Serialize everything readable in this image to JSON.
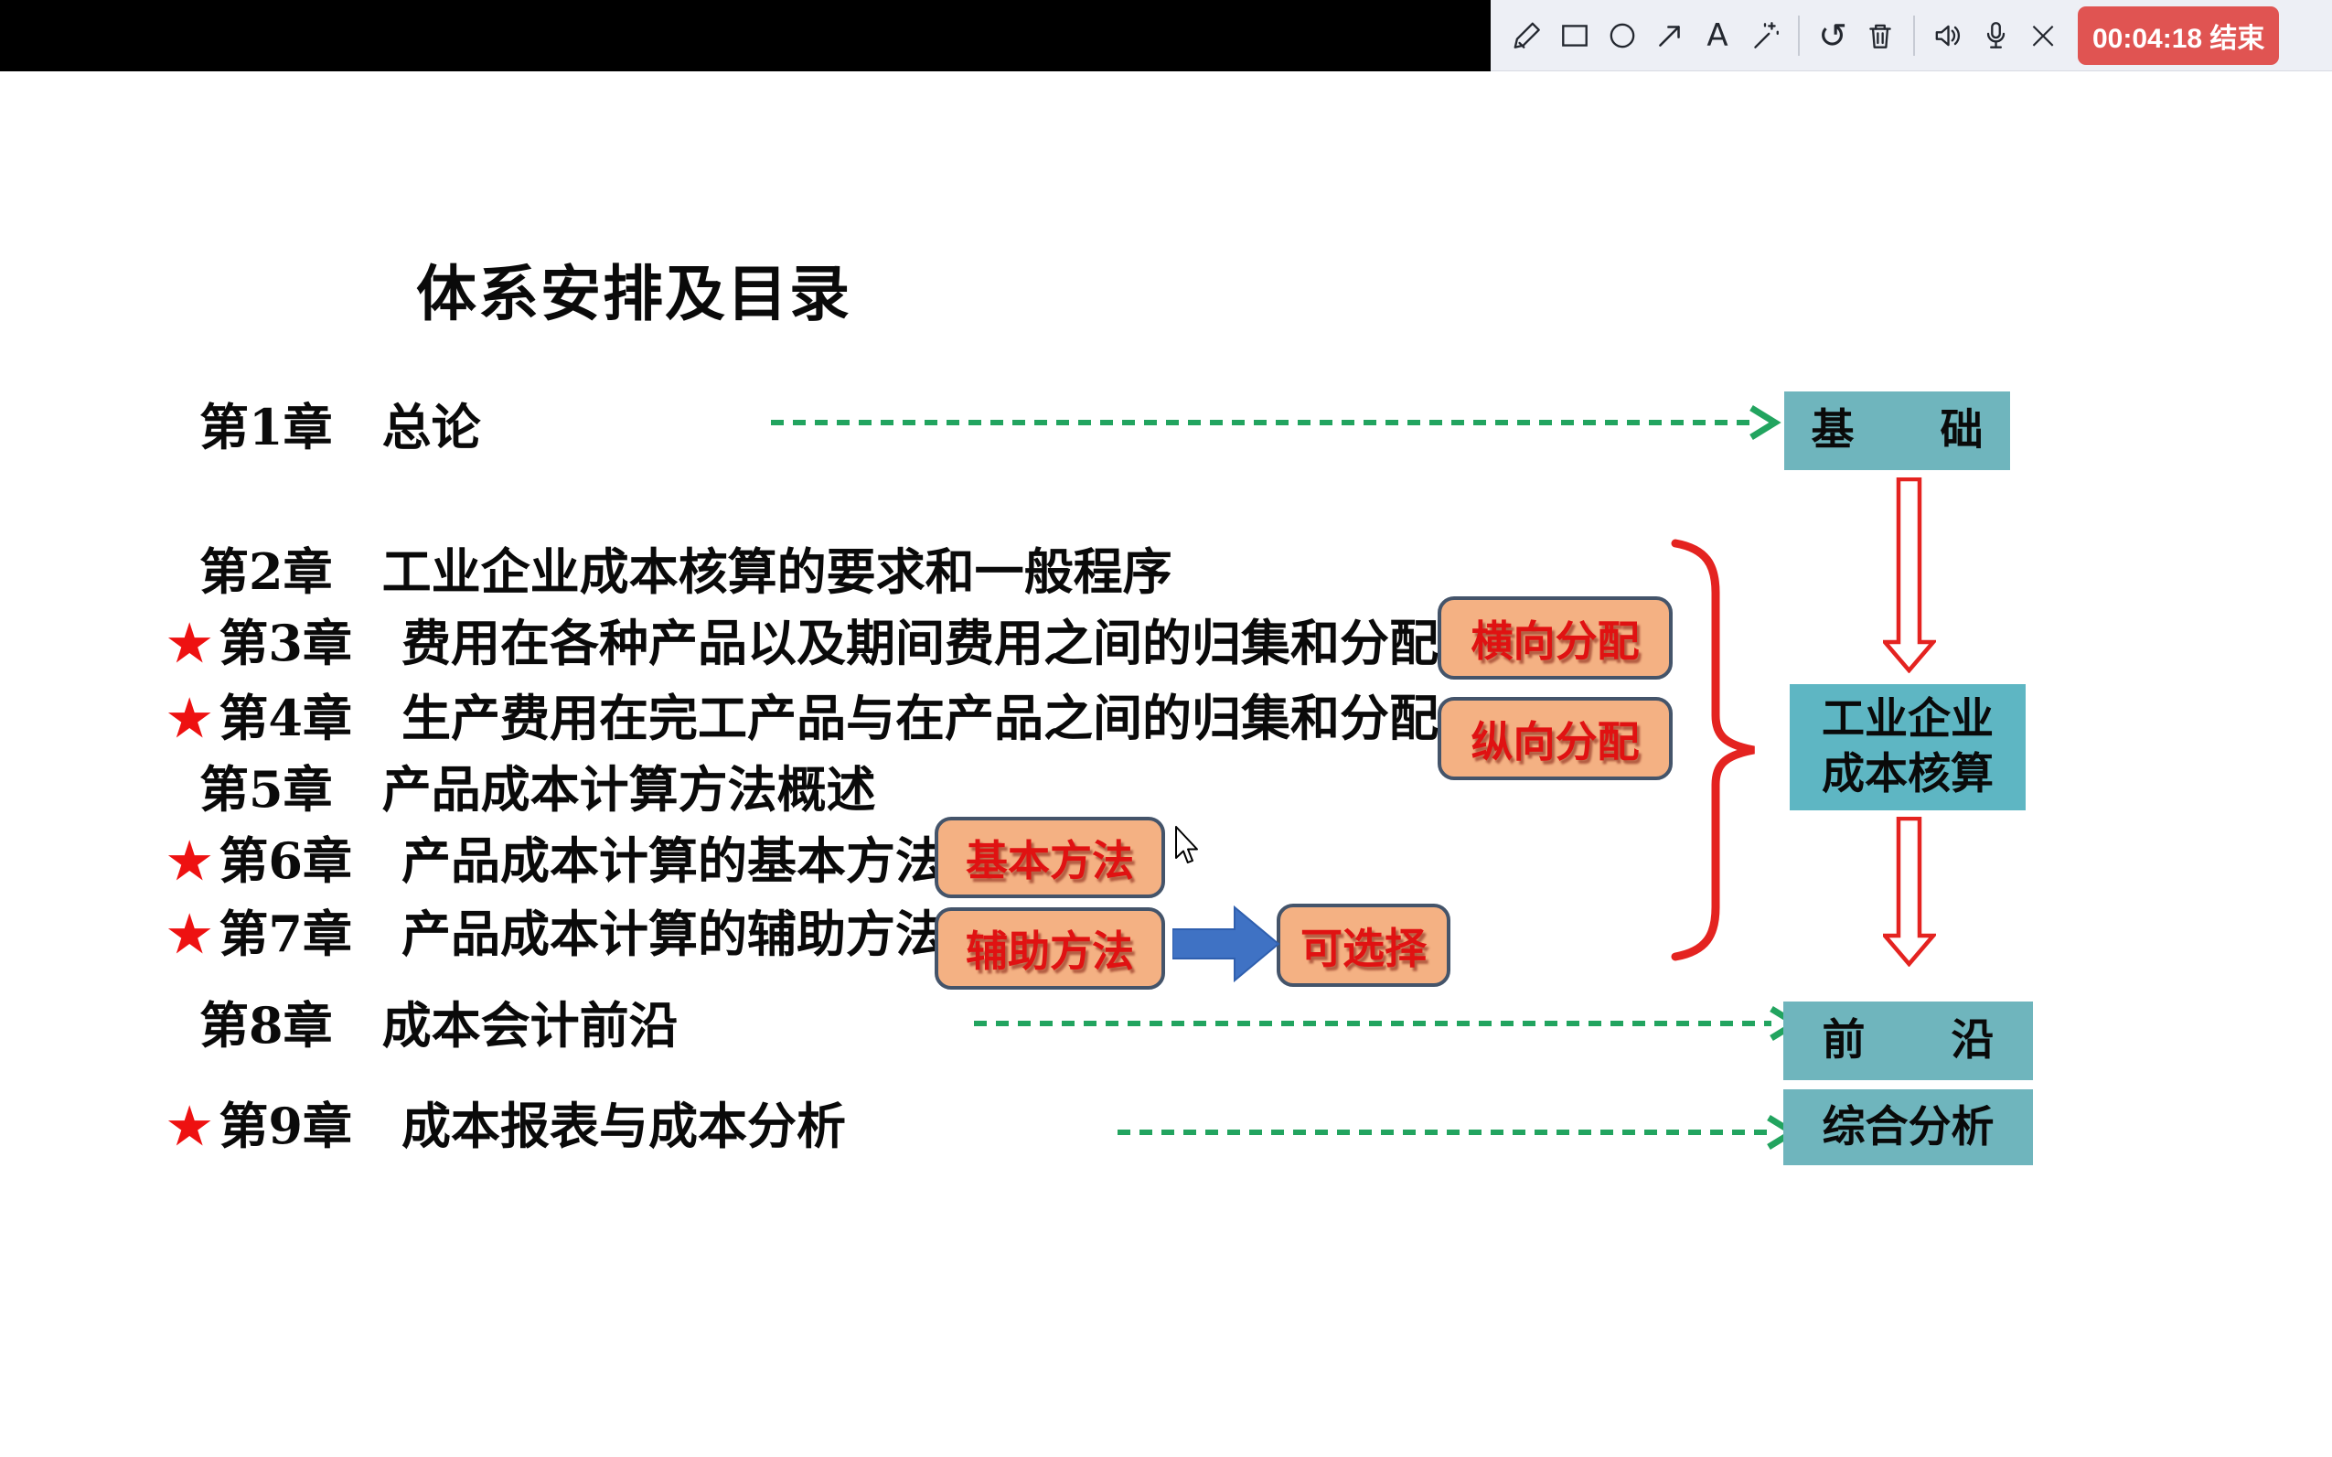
{
  "toolbar": {
    "icons": [
      "pen",
      "rectangle",
      "ellipse",
      "arrow",
      "text",
      "magic-wand",
      "undo",
      "delete",
      "speaker",
      "microphone",
      "close"
    ],
    "text_tool_label": "A",
    "timer": "00:04:18 结束"
  },
  "slide": {
    "title": "体系安排及目录",
    "chapters": [
      {
        "star": "",
        "text": "第1章　总论"
      },
      {
        "star": "",
        "text": "第2章　工业企业成本核算的要求和一般程序"
      },
      {
        "star": "★",
        "text": "第3章　费用在各种产品以及期间费用之间的归集和分配"
      },
      {
        "star": "★",
        "text": "第4章　生产费用在完工产品与在产品之间的归集和分配"
      },
      {
        "star": "",
        "text": "第5章　产品成本计算方法概述"
      },
      {
        "star": "★",
        "text": "第6章　产品成本计算的基本方法"
      },
      {
        "star": "★",
        "text": "第7章　产品成本计算的辅助方法"
      },
      {
        "star": "",
        "text": "第8章　成本会计前沿"
      },
      {
        "star": "★",
        "text": "第9章　成本报表与成本分析"
      }
    ],
    "orange_labels": {
      "horizontal": "横向分配",
      "vertical": "纵向分配",
      "basic": "基本方法",
      "auxiliary": "辅助方法",
      "optional": "可选择"
    },
    "teal_labels": {
      "foundation": "基　　础",
      "industrial_line1": "工业企业",
      "industrial_line2": "成本核算",
      "frontier": "前　　沿",
      "comprehensive": "综合分析"
    },
    "colors": {
      "orange_fill": "#f4b183",
      "orange_border": "#44546a",
      "orange_text_red": "#e01212",
      "teal_fill": "#6fb5bd",
      "teal_fill_big": "#5eb6c3",
      "red_shapes": "#e42320",
      "green_arrows": "#22a45f",
      "blue_arrow": "#3f72c4",
      "star_red": "#ee1111",
      "timer_bg": "#e05452"
    }
  }
}
